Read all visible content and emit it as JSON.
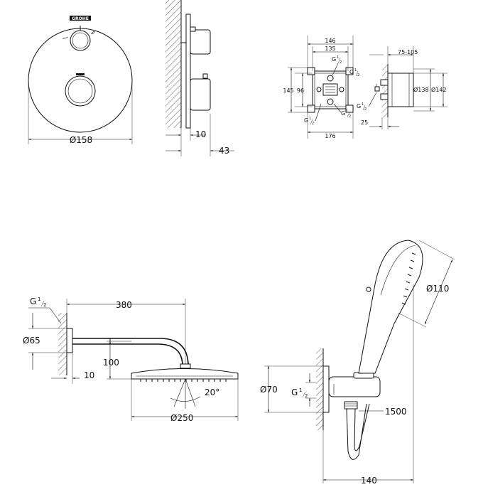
{
  "brand": {
    "logo_text": "GROHE"
  },
  "valve": {
    "diameter_label": "Ø158",
    "depth_10": "10",
    "depth_43": "43"
  },
  "rough_in": {
    "width_146": "146",
    "width_135": "135",
    "height_145": "145",
    "height_96": "96",
    "width_176": "176",
    "thread_g": "G",
    "thread_sup": "1",
    "thread_sub": "2",
    "depth_range": "75-105",
    "depth_25": "25",
    "dia_138": "Ø138",
    "dia_142": "Ø142"
  },
  "head_shower": {
    "thread_g": "G",
    "thread_sup": "1",
    "thread_sub": "2",
    "arm_length": "380",
    "flange_dia": "Ø65",
    "wall_offset": "10",
    "drop_height": "100",
    "spray_angle": "20°",
    "head_dia": "Ø250"
  },
  "hand_shower": {
    "head_dia": "Ø110",
    "elbow_dia": "Ø70",
    "thread_g": "G",
    "thread_sup": "1",
    "thread_sub": "2",
    "hose_length": "1500",
    "projection": "140"
  }
}
